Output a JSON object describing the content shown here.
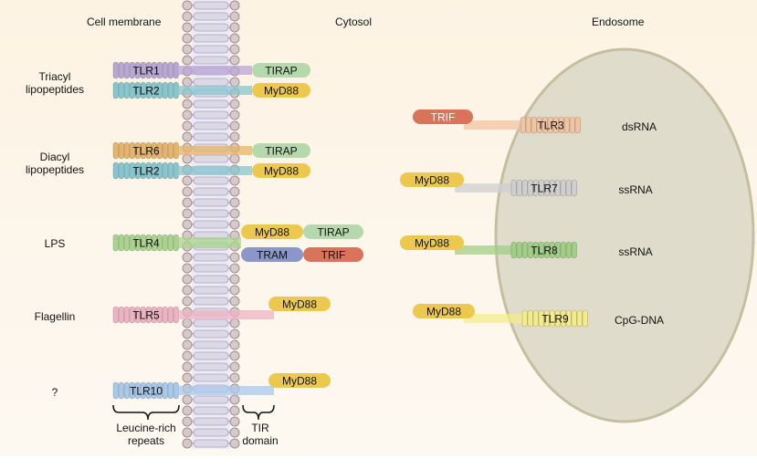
{
  "headers": {
    "membrane": "Cell membrane",
    "cytosol": "Cytosol",
    "endosome": "Endosome"
  },
  "ligands": {
    "triacyl": "Triacyl\nlipopeptides",
    "diacyl": "Diacyl\nlipopeptides",
    "lps": "LPS",
    "flagellin": "Flagellin",
    "unknown": "?"
  },
  "receptors": {
    "tlr1": "TLR1",
    "tlr2a": "TLR2",
    "tlr6": "TLR6",
    "tlr2b": "TLR2",
    "tlr4": "TLR4",
    "tlr5": "TLR5",
    "tlr10": "TLR10",
    "tlr3": "TLR3",
    "tlr7": "TLR7",
    "tlr8": "TLR8",
    "tlr9": "TLR9"
  },
  "adaptors": {
    "tirap1": "TIRAP",
    "myd88_1": "MyD88",
    "tirap2": "TIRAP",
    "myd88_2": "MyD88",
    "myd88_3": "MyD88",
    "tirap3": "TIRAP",
    "tram": "TRAM",
    "trif1": "TRIF",
    "myd88_5": "MyD88",
    "myd88_10": "MyD88",
    "trif3": "TRIF",
    "myd88_7": "MyD88",
    "myd88_8": "MyD88",
    "myd88_9": "MyD88"
  },
  "endosome_ligands": {
    "dsrna": "dsRNA",
    "ssrna7": "ssRNA",
    "ssrna8": "ssRNA",
    "cpg": "CpG-DNA"
  },
  "annotations": {
    "lrr": "Leucine-rich\nrepeats",
    "tir": "TIR\ndomain"
  },
  "colors": {
    "tlr1": "#b8a6d4",
    "tlr2": "#86c6cf",
    "tlr6": "#e6b46a",
    "tlr4": "#a9d48c",
    "tlr5": "#eeb3c3",
    "tlr10": "#a9c9ec",
    "tlr3": "#f2c4a2",
    "tlr7": "#cfcfcf",
    "tlr8": "#a2cf86",
    "tlr9": "#f4ec8a",
    "myd88": "#ecc94e",
    "tirap": "#b5d9ac",
    "tram": "#8b96c9",
    "trif": "#d9735c",
    "endosome": "#e0dccb",
    "membrane": "#c8c4d8"
  }
}
